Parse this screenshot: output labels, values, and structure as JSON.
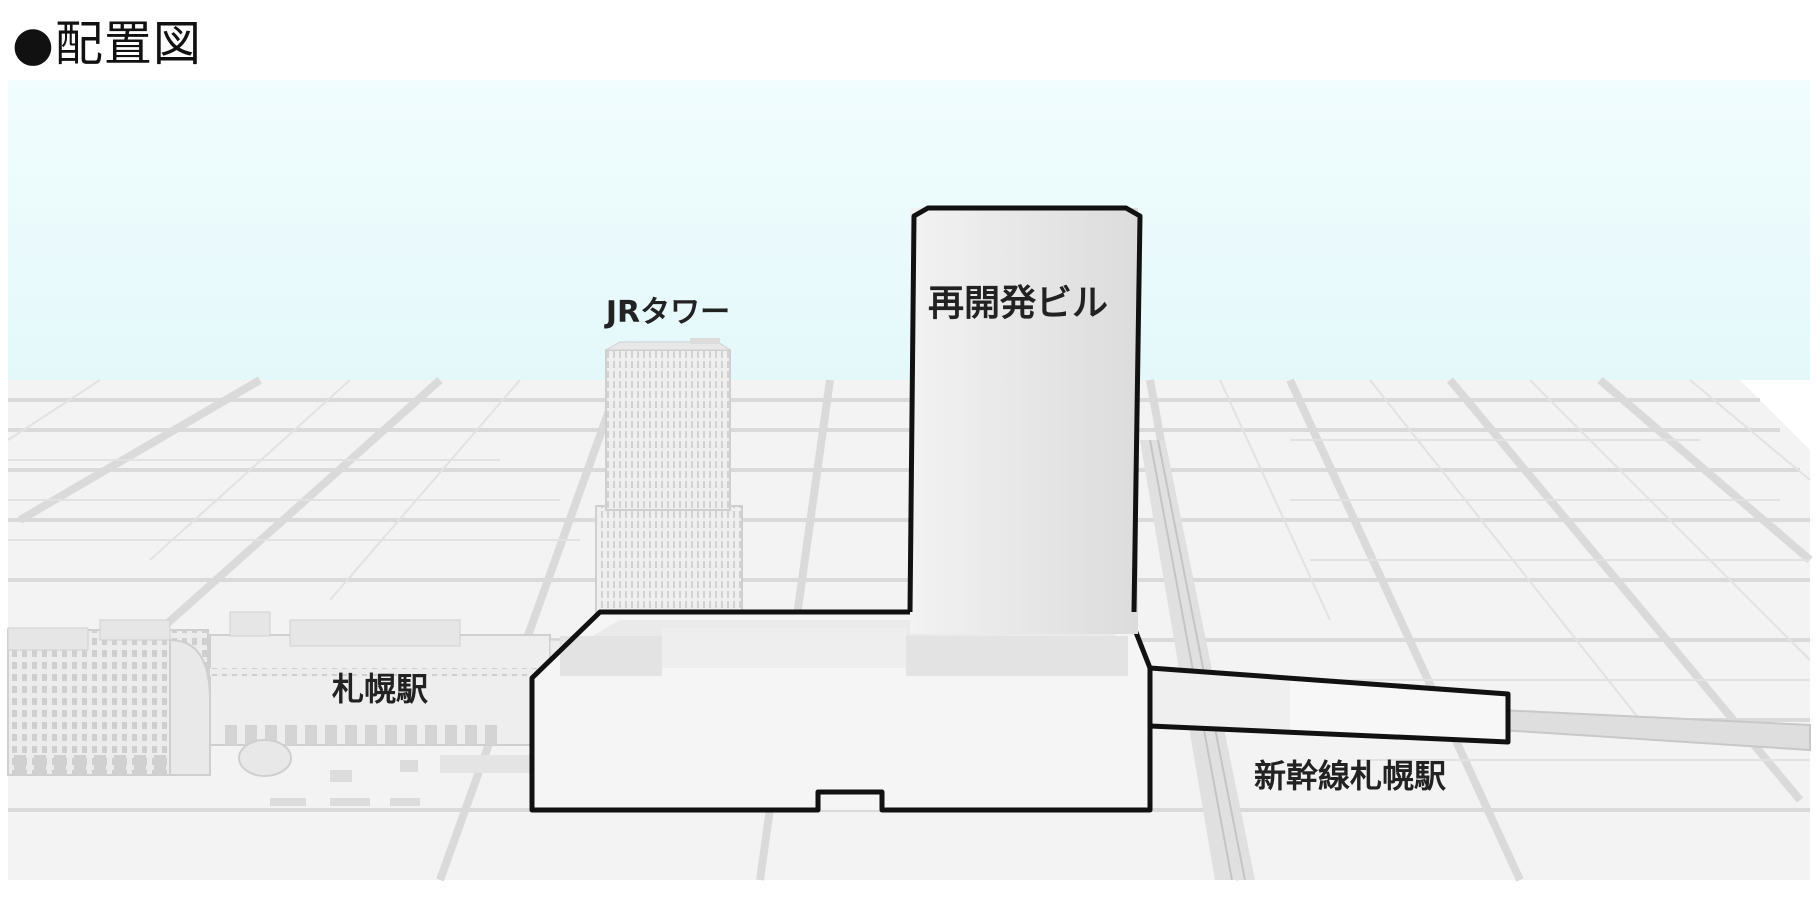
{
  "page_title": "●配置図",
  "labels": {
    "jr_tower": "JRタワー",
    "redevelopment_building": "再開発ビル",
    "sapporo_station": "札幌駅",
    "shinkansen_station": "新幹線札幌駅"
  },
  "colors": {
    "sky": "#eefcfd",
    "ground": "#f0f0f0",
    "road": "#d8d8d8",
    "outline": "#111111"
  }
}
